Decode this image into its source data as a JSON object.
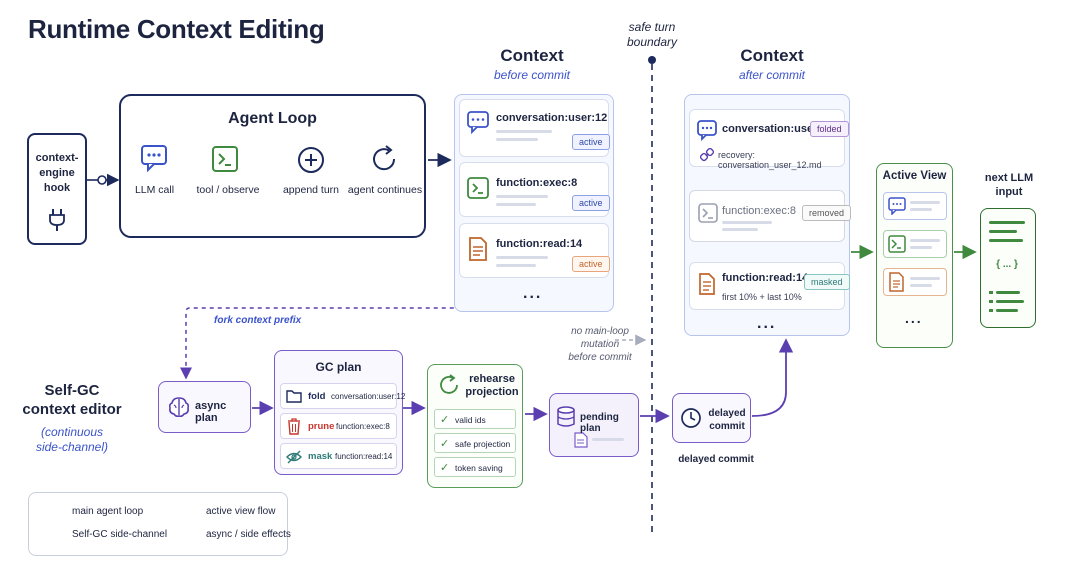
{
  "title": "Runtime Context Editing",
  "boundary": {
    "label_line1": "safe turn",
    "label_line2": "boundary"
  },
  "hook": {
    "line1": "context-",
    "line2": "engine",
    "line3": "hook",
    "icon": "plug-icon"
  },
  "agent_loop": {
    "title": "Agent Loop",
    "steps": [
      {
        "label": "LLM call",
        "icon": "chat-bubble-icon"
      },
      {
        "label": "tool / observe",
        "icon": "terminal-icon"
      },
      {
        "label": "append turn",
        "icon": "plus-circle-icon"
      },
      {
        "label": "agent continues",
        "icon": "refresh-icon"
      }
    ]
  },
  "ctx_before": {
    "title": "Context",
    "subtitle": "before commit",
    "cards": [
      {
        "name": "conversation:user:12",
        "badge": "active",
        "icon": "chat-bubble-icon"
      },
      {
        "name": "function:exec:8",
        "badge": "active",
        "icon": "terminal-icon"
      },
      {
        "name": "function:read:14",
        "badge": "active",
        "icon": "document-icon"
      }
    ],
    "more": "..."
  },
  "ctx_after": {
    "title": "Context",
    "subtitle": "after commit",
    "cards": [
      {
        "name": "conversation:user:12",
        "badge": "folded",
        "detail": "recovery: conversation_user_12.md",
        "icon": "chat-bubble-icon"
      },
      {
        "name": "function:exec:8",
        "badge": "removed",
        "icon": "terminal-icon"
      },
      {
        "name": "function:read:14",
        "badge": "masked",
        "detail": "first 10% + last 10%",
        "icon": "document-icon"
      }
    ],
    "more": "..."
  },
  "active_view": {
    "title": "Active View",
    "more": "..."
  },
  "next_llm": {
    "line1": "next LLM",
    "line2": "input",
    "code": "{ ... }"
  },
  "fork_label": "fork context prefix",
  "no_mutation": {
    "line1": "no main-loop",
    "line2": "mutation",
    "line3": "before commit"
  },
  "self_gc": {
    "line1": "Self-GC",
    "line2": "context editor",
    "note1": "(continuous",
    "note2": "side-channel)"
  },
  "async_plan": {
    "label": "async plan",
    "icon": "brain-icon"
  },
  "gc_plan": {
    "title": "GC plan",
    "rows": [
      {
        "op": "fold",
        "target": "conversation:user:12",
        "icon": "folder-icon"
      },
      {
        "op": "prune",
        "target": "function:exec:8",
        "icon": "trash-icon"
      },
      {
        "op": "mask",
        "target": "function:read:14",
        "icon": "eye-off-icon"
      }
    ]
  },
  "rehearse": {
    "line1": "rehearse",
    "line2": "projection",
    "checks": [
      "valid ids",
      "safe projection",
      "token saving"
    ]
  },
  "pending_plan": {
    "label": "pending plan",
    "icon": "database-icon"
  },
  "delayed_commit": {
    "line1": "delayed",
    "line2": "commit",
    "caption": "delayed commit",
    "icon": "clock-icon"
  },
  "legend": [
    {
      "label": "main agent loop",
      "style": "solid",
      "color": "#1d2a5c"
    },
    {
      "label": "Self-GC side-channel",
      "style": "solid",
      "color": "#5b3fb0"
    },
    {
      "label": "active view flow",
      "style": "solid",
      "color": "#3f8a3f"
    },
    {
      "label": "async / side effects",
      "style": "dashed",
      "color": "#5b3fb0"
    }
  ],
  "colors": {
    "navy": "#1d2a5c",
    "purple": "#5b3fb0",
    "green": "#3f8a3f",
    "blue_accent": "#3b53c9",
    "orange": "#c0662b",
    "teal": "#2e7a78",
    "red": "#c8362e"
  }
}
